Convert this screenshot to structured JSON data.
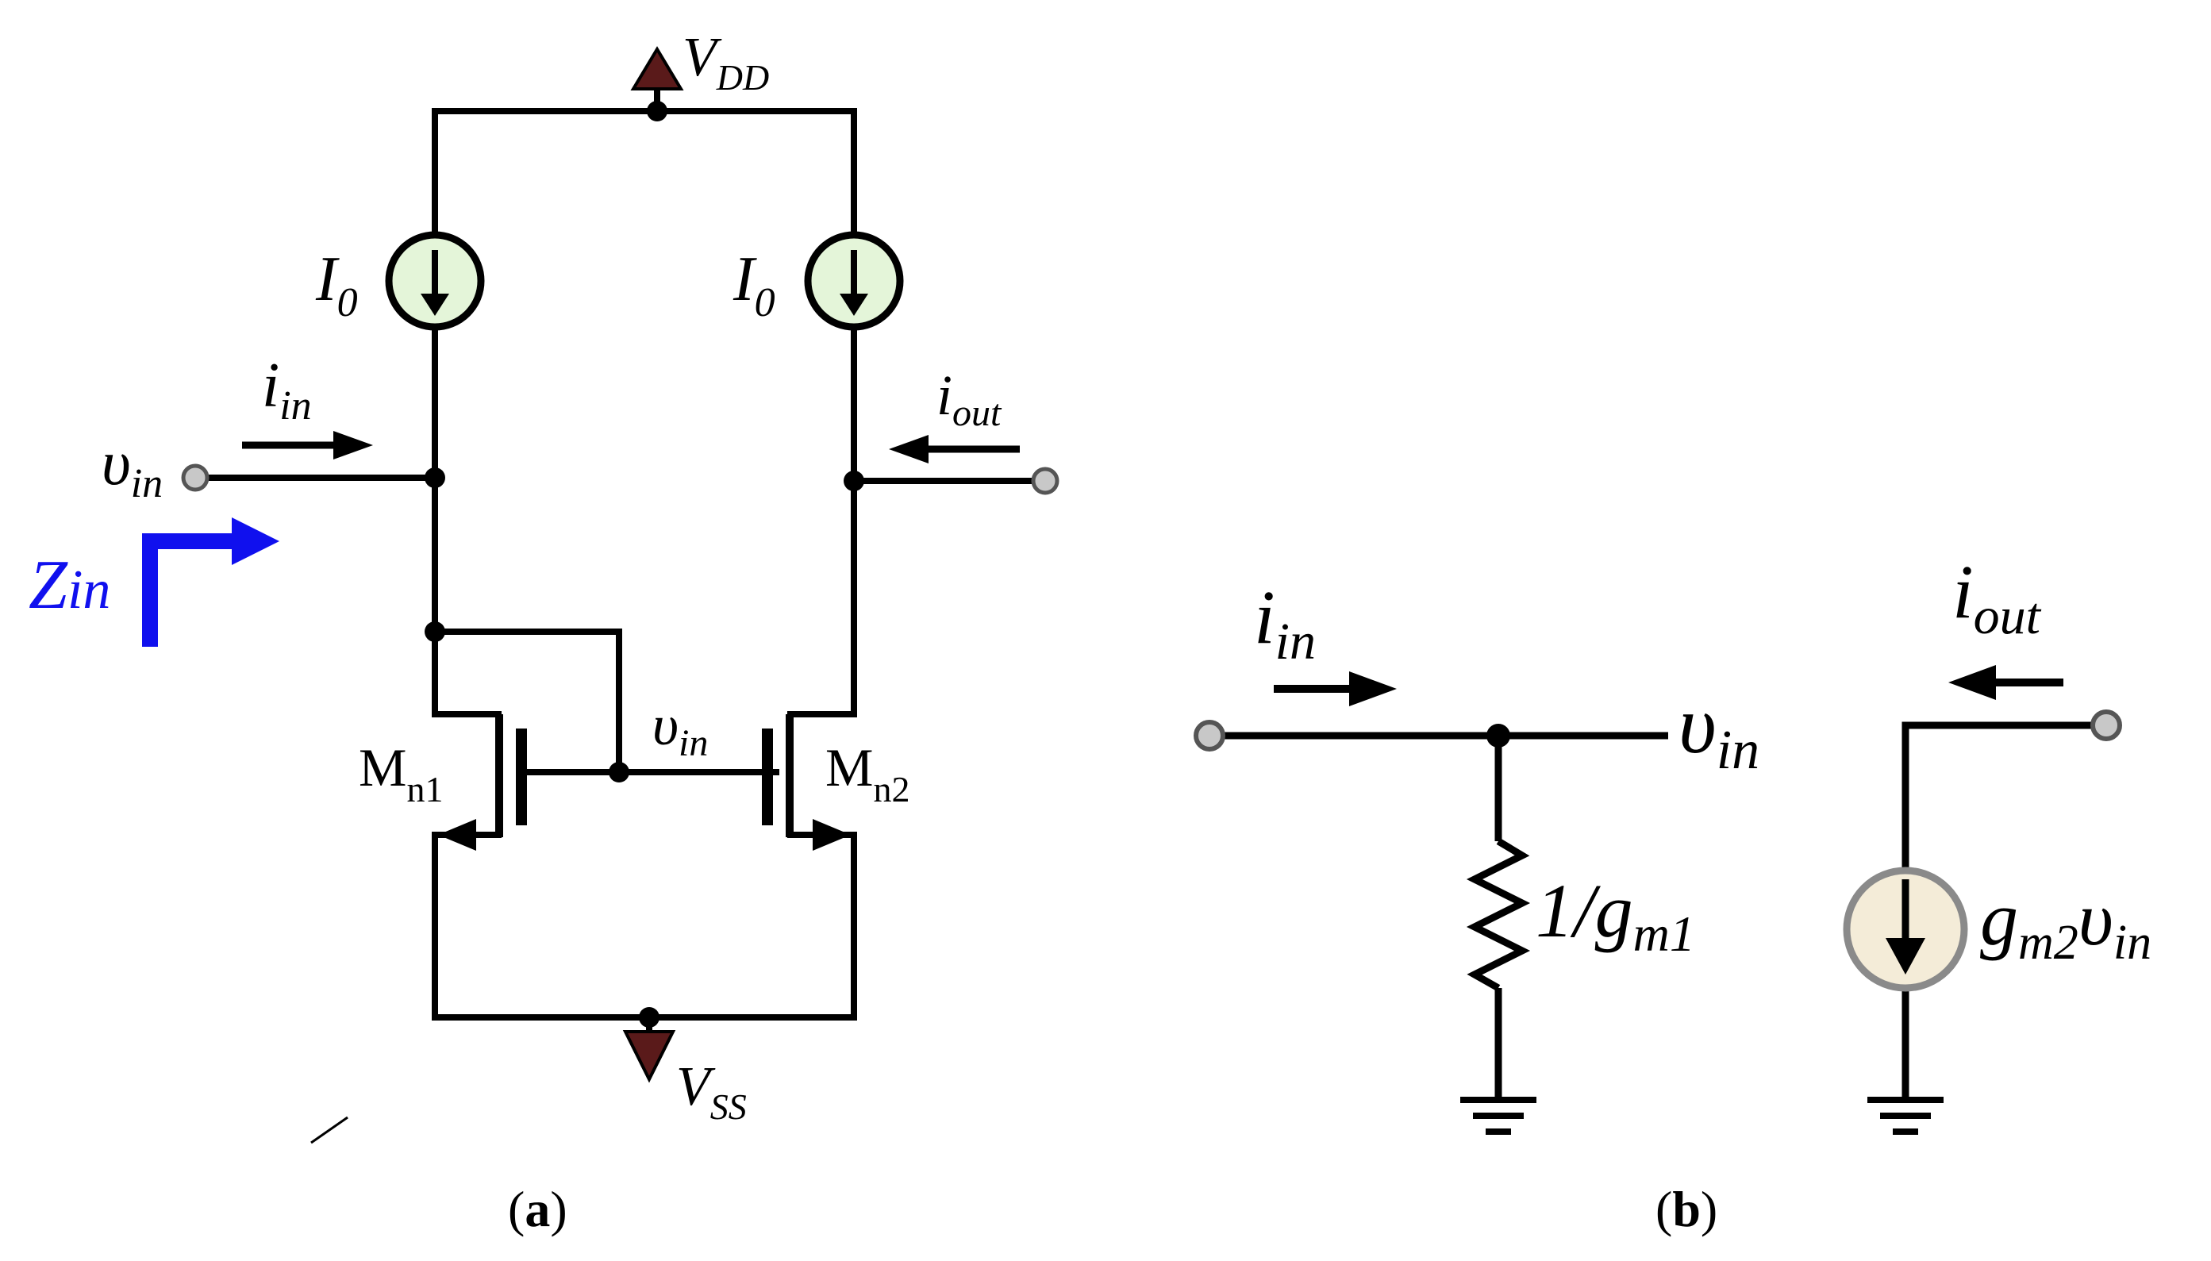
{
  "panel_a": {
    "caption_open": "(",
    "caption_letter": "a",
    "caption_close": ")",
    "vdd": {
      "base": "V",
      "sub": "DD"
    },
    "vss": {
      "base": "V",
      "sub": "SS"
    },
    "source_left": {
      "base": "I",
      "sub": "0"
    },
    "source_right": {
      "base": "I",
      "sub": "0"
    },
    "i_in": {
      "base": "i",
      "sub": "in"
    },
    "i_out": {
      "base": "i",
      "sub": "out"
    },
    "v_in_terminal": {
      "base": "υ",
      "sub": "in"
    },
    "v_in_gate": {
      "base": "υ",
      "sub": "in"
    },
    "z_in": {
      "base": "Z",
      "sub": "in"
    },
    "mn1": {
      "base": "M",
      "sub": "n1"
    },
    "mn2": {
      "base": "M",
      "sub": "n2"
    }
  },
  "panel_b": {
    "caption_open": "(",
    "caption_letter": "b",
    "caption_close": ")",
    "i_in": {
      "base": "i",
      "sub": "in"
    },
    "i_out": {
      "base": "i",
      "sub": "out"
    },
    "v_in": {
      "base": "υ",
      "sub": "in"
    },
    "resistor": {
      "base": "1/g",
      "sub": "m1"
    },
    "vccs": {
      "g": "g",
      "g_sub": "m2",
      "v": "υ",
      "v_sub": "in"
    }
  },
  "colors": {
    "wire": "#000000",
    "terminal_fill": "#c8c8c8",
    "terminal_stroke": "#555555",
    "source_a_fill": "#e4f5d9",
    "source_b_fill": "#f4ecd8",
    "source_b_stroke": "#8a8a8a",
    "supply_arrow": "#5a1a1a",
    "zin_blue": "#1010ee"
  }
}
